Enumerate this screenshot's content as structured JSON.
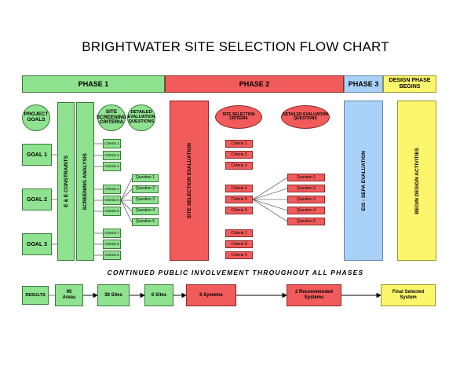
{
  "title": "BRIGHTWATER SITE SELECTION FLOW CHART",
  "phases": [
    {
      "label": "PHASE 1"
    },
    {
      "label": "PHASE 2"
    },
    {
      "label": "PHASE 3"
    },
    {
      "label": "DESIGN PHASE BEGINS"
    }
  ],
  "circles": {
    "project_goals": "PROJECT GOALS",
    "site_screening": "SITE SCREENING CRITERIA",
    "detailed_questions_1": "DETAILED EVALUATION QUESTIONS",
    "site_selection_criteria": "SITE SELECTION CRITERIA",
    "detailed_questions_2": "DETAILED EVALUATION QUESTIONS"
  },
  "bars": {
    "ee_constraints": "E & E CONSTRAINTS",
    "screening_analysis": "SCREENING ANALYSIS",
    "site_selection_evaluation": "SITE SELECTION EVALUATION",
    "eis_sepa": "EIS - SEPA EVALUATION",
    "begin_design": "BEGIN DESIGN ACTIVITIES"
  },
  "goals": [
    "GOAL 1",
    "GOAL 2",
    "GOAL 3"
  ],
  "phase1_criteria": [
    "Criteria 1",
    "Criteria 2",
    "Criteria 3",
    "Criteria 4",
    "Criteria 5",
    "Criteria 6",
    "Criteria 7",
    "Criteria 8",
    "Criteria 9"
  ],
  "phase1_questions": [
    "Question 1",
    "Question 2",
    "Question 3",
    "Question 4",
    "Question 5"
  ],
  "phase2_criteria": [
    "Criteria 1",
    "Criteria 2",
    "Criteria 3",
    "Criteria 4",
    "Criteria 5",
    "Criteria 6",
    "Criteria 7",
    "Criteria 8",
    "Criteria 9"
  ],
  "phase2_questions": [
    "Question 1",
    "Question 2",
    "Question 3",
    "Question 4",
    "Question 5"
  ],
  "public_note": "CONTINUED PUBLIC INVOLVEMENT THROUGHOUT ALL PHASES",
  "results": {
    "label": "RESULTS",
    "steps": [
      "95 Areas",
      "38 Sites",
      "6 Sites",
      "6 Systems",
      "2 Recommended Systems",
      "Final Selected System"
    ]
  },
  "colors": {
    "phase1": "#8fe28f",
    "phase2": "#f25b5b",
    "phase3": "#a9d1f7",
    "design": "#fbf66b"
  }
}
